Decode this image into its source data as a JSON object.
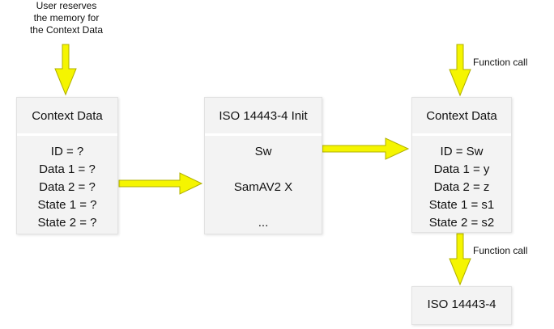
{
  "annotations": {
    "user_note": [
      "User reserves",
      "the memory for",
      "the Context Data"
    ],
    "function_call_top": "Function call",
    "function_call_bottom": "Function call"
  },
  "boxes": {
    "context_left": {
      "title": "Context Data",
      "lines": [
        "ID = ?",
        "Data 1 = ?",
        "Data 2 = ?",
        "State 1 = ?",
        "State 2 = ?"
      ]
    },
    "iso_init": {
      "title": "ISO 14443-4 Init",
      "lines": [
        "Sw",
        "SamAV2 X",
        "..."
      ]
    },
    "context_right": {
      "title": "Context Data",
      "lines": [
        "ID = Sw",
        "Data 1 = y",
        "Data 2 = z",
        "State 1 = s1",
        "State 2 = s2"
      ]
    },
    "iso_final": {
      "title": "ISO 14443-4"
    }
  },
  "colors": {
    "arrow_fill": "#f5f500",
    "arrow_stroke": "#b0b000",
    "box_fill": "#f3f3f3"
  }
}
